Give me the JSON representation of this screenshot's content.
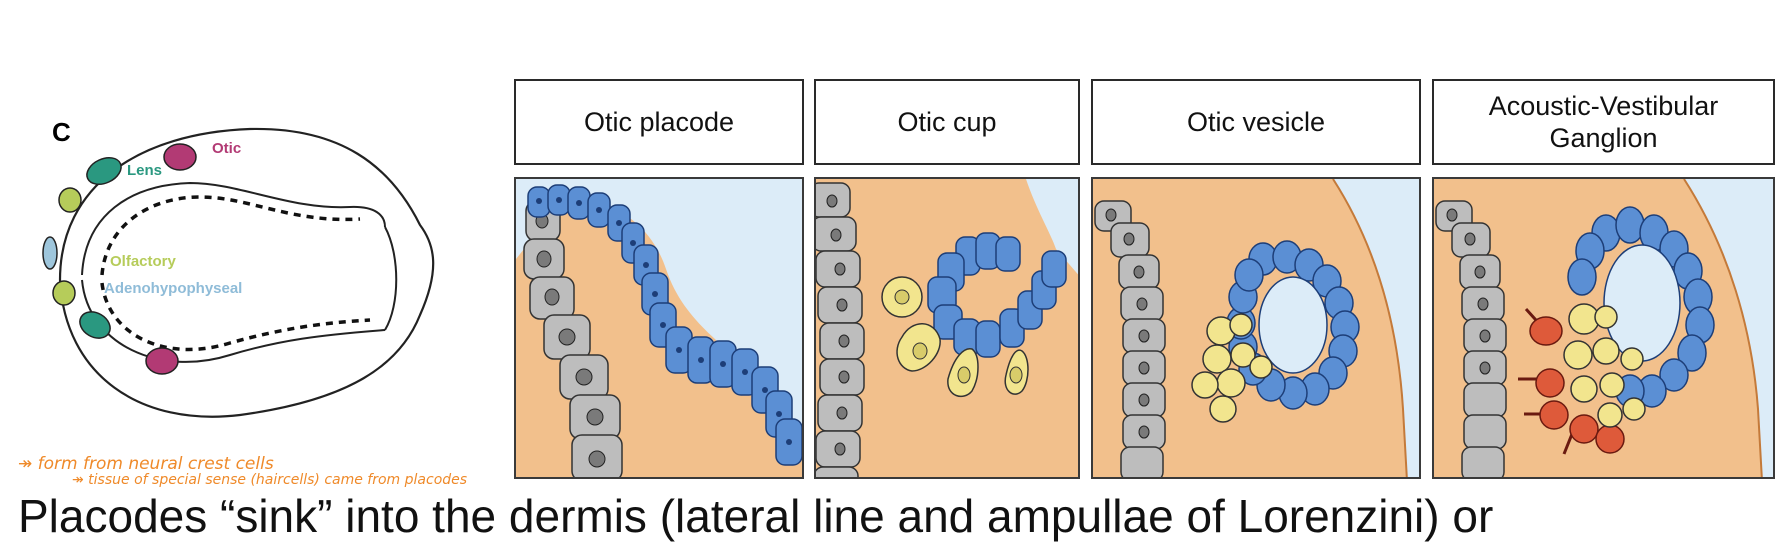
{
  "embryo": {
    "panel_letter": "C",
    "labels": {
      "lens": "Lens",
      "otic": "Otic",
      "olfactory": "Olfactory",
      "adenohypophyseal": "Adenohypophyseal"
    },
    "colors": {
      "lens": "#2a9880",
      "otic": "#b23a74",
      "olfactory": "#b6cc5a",
      "adenohypophyseal": "#9ec6dc"
    }
  },
  "stages": [
    {
      "title": "Otic placode"
    },
    {
      "title": "Otic cup"
    },
    {
      "title": "Otic vesicle"
    },
    {
      "title": "Acoustic-Vestibular Ganglion"
    }
  ],
  "cell_colors": {
    "background_fluid": "#dcecf8",
    "mesenchyme": "#f2c08c",
    "epidermis": "#bdbdbd",
    "placode": "#5b8fd4",
    "neuroblast": "#f2e58e",
    "ganglion_neuron": "#de5a3a"
  },
  "annotations": {
    "line1": "↠ form from neural crest cells",
    "line2": "↠ tissue of special sense (haircells) came from placodes"
  },
  "caption": "Placodes “sink” into the dermis (lateral line and ampullae of Lorenzini) or"
}
